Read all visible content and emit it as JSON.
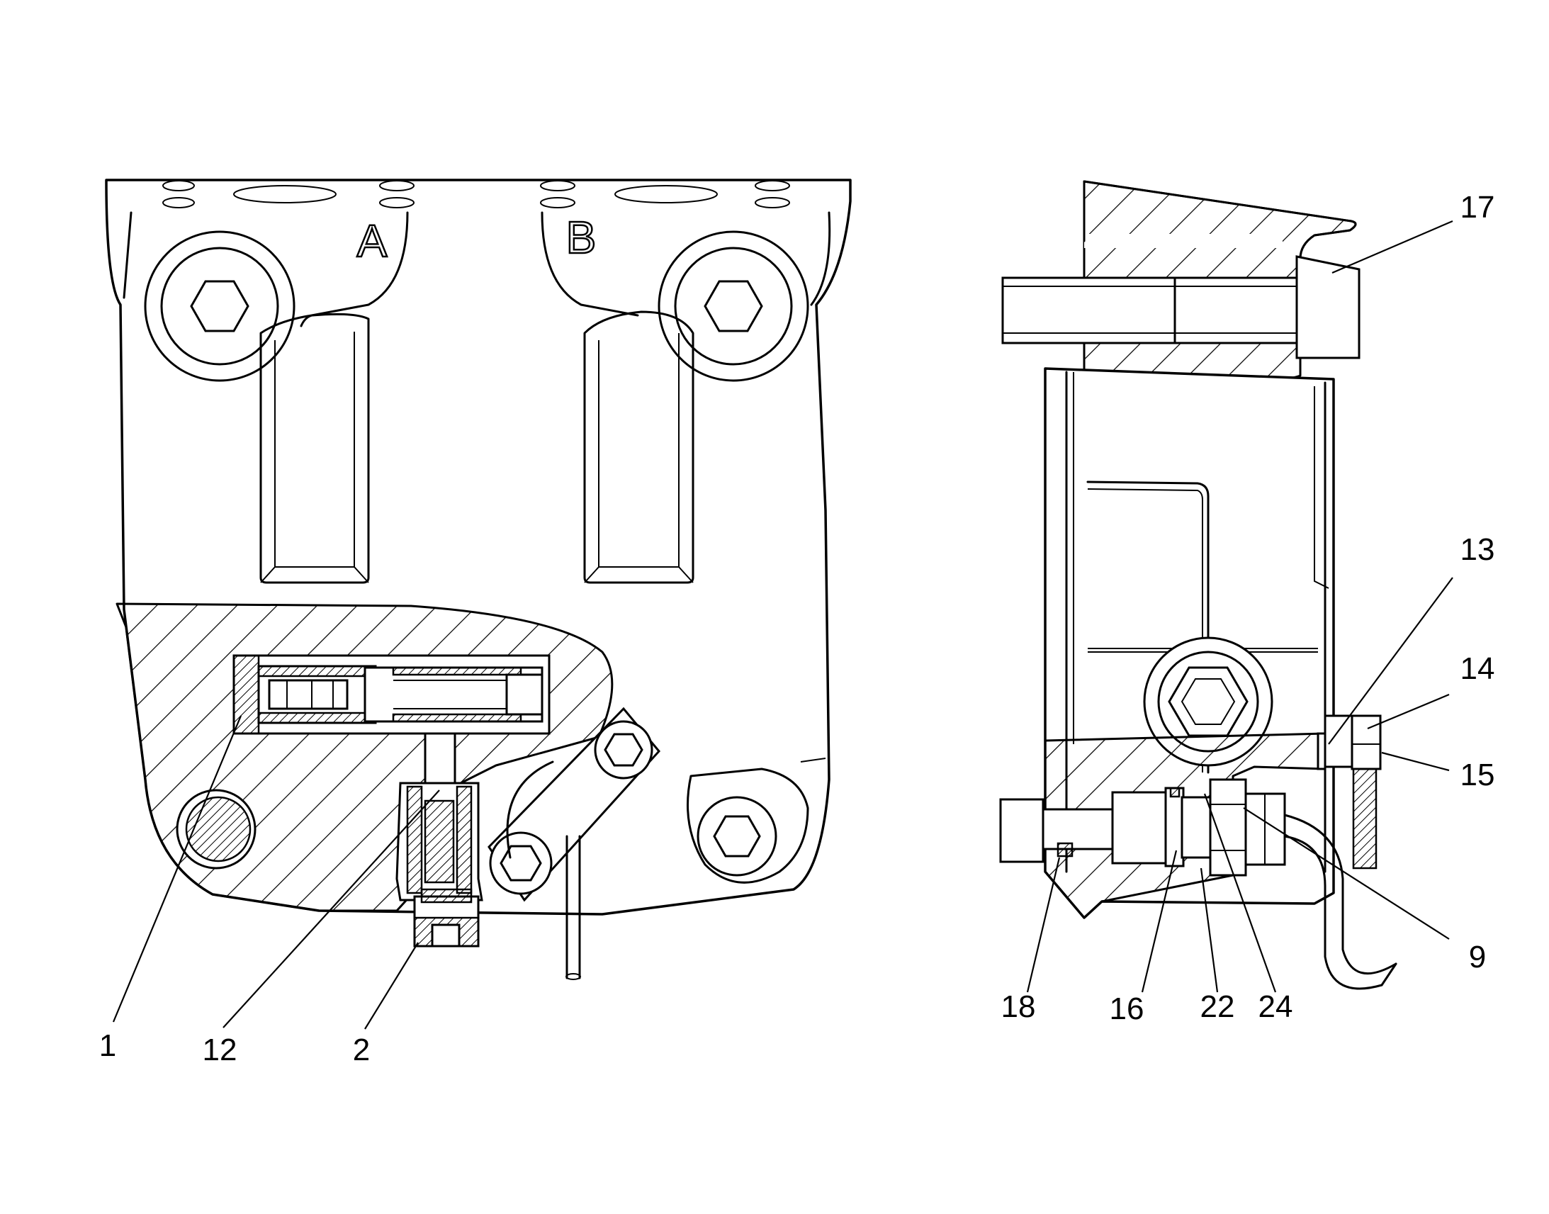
{
  "port_labels": {
    "a": "A",
    "b": "B"
  },
  "callouts": {
    "left": [
      "1",
      "12",
      "2"
    ],
    "right": [
      "17",
      "13",
      "14",
      "15",
      "9",
      "18",
      "16",
      "22",
      "24"
    ]
  }
}
